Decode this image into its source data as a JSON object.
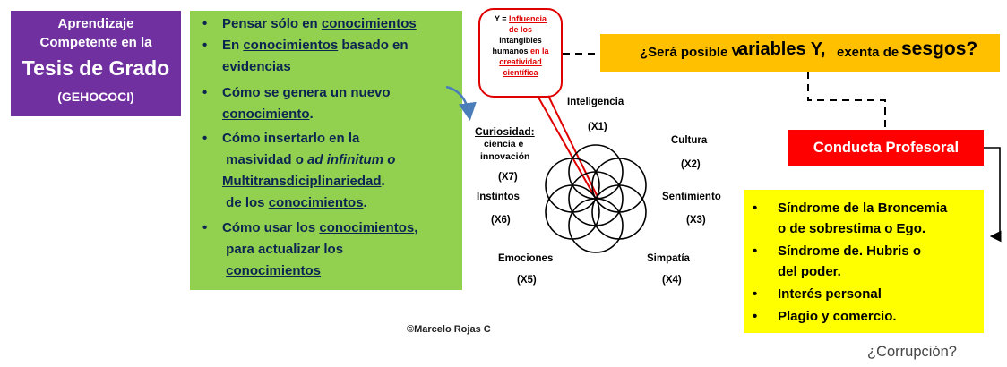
{
  "title": {
    "line1": "Aprendizaje",
    "line2": "Competente en la",
    "line3": "Tesis de Grado",
    "line4": "(GEHOCOCI)"
  },
  "bullets": {
    "b1a": "Pensar sólo en ",
    "b1b": "conocimientos",
    "b2a": "En ",
    "b2b": "conocimientos",
    "b2c": " basado en",
    "b2d": "evidencias",
    "b3a": "Cómo se genera un ",
    "b3b": "nuevo",
    "b3c": "conocimiento",
    "b3d": ".",
    "b4a": "Cómo insertarlo en la",
    "b4b": "masividad o ",
    "b4c": "ad infinitum o",
    "b4d": "Multitransdiciplinariedad",
    "b4e": ".",
    "b4f": "de los ",
    "b4g": "conocimientos",
    "b4h": ".",
    "b5a": "Cómo usar los ",
    "b5b": "conocimientos",
    "b5c": ",",
    "b5d": "para actualizar los",
    "b5e": "conocimientos"
  },
  "bubble": {
    "y": "Y = ",
    "t1": "Influencia",
    "t2": "de los",
    "t3": "Intangibles",
    "t4": "humanos ",
    "t5": "en la",
    "t6": "creatividad",
    "t7": "científica"
  },
  "flower": {
    "x1_name": "Inteligencia",
    "x1_code": "(X1)",
    "x2_name": "Cultura",
    "x2_code": "(X2)",
    "x3_name": "Sentimiento",
    "x3_code": "(X3)",
    "x4_name": "Simpatía",
    "x4_code": "(X4)",
    "x5_name": "Emociones",
    "x5_code": "(X5)",
    "x6_name": "Instintos",
    "x6_code": "(X6)",
    "x7_head": "Curiosidad:",
    "x7_l2": "ciencia e",
    "x7_l3": "innovación",
    "x7_code": "(X7)"
  },
  "question": {
    "q1": "¿Será posible  V",
    "q2": "ariables Y,",
    "q3": "exenta de ",
    "q4": "sesgos?"
  },
  "conduct": "Conducta Profesoral",
  "syndromes": {
    "s1a": "Síndrome de la Broncemia",
    "s1b": "o de sobrestima o Ego.",
    "s2a": "Síndrome de. Hubris o",
    "s2b": "del poder.",
    "s3": "Interés personal",
    "s4": "Plagio y comercio.",
    "bullet": "•"
  },
  "copyright": "©Marcelo Rojas C",
  "corrupcion": "¿Corrupción?",
  "colors": {
    "purple": "#7030a0",
    "green": "#92d050",
    "orange": "#ffc000",
    "red": "#ff0000",
    "yellow": "#ffff00",
    "navy": "#0b2550"
  }
}
